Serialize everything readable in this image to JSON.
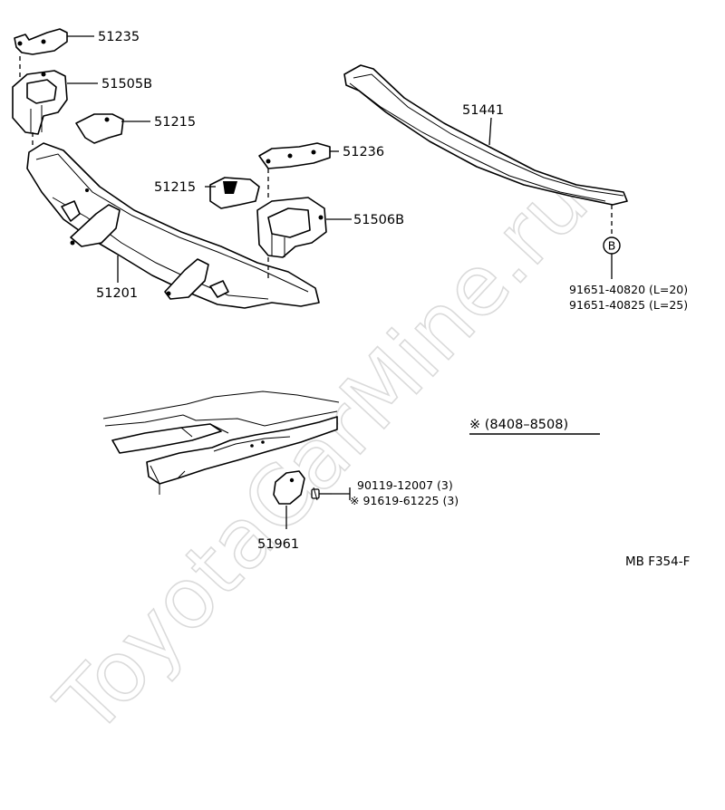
{
  "diagram": {
    "watermark": "ToyotaCarMine.ru",
    "parts": [
      {
        "id": "51235",
        "label": "51235"
      },
      {
        "id": "51505b",
        "label": "51505B"
      },
      {
        "id": "51215a",
        "label": "51215"
      },
      {
        "id": "51236",
        "label": "51236"
      },
      {
        "id": "51215b",
        "label": "51215"
      },
      {
        "id": "51506b",
        "label": "51506B"
      },
      {
        "id": "51201",
        "label": "51201"
      },
      {
        "id": "51441",
        "label": "51441"
      },
      {
        "id": "51961",
        "label": "51961"
      }
    ],
    "bolt_callout": {
      "marker": "B",
      "lines": [
        "91651-40820 (L=20)",
        "91651-40825 (L=25)"
      ]
    },
    "fastener_callout": {
      "lines": [
        "90119-12007 (3)",
        "※ 91619-61225 (3)"
      ]
    },
    "date_note": "※ (8408–8508)",
    "code": "MB  F354-F"
  }
}
